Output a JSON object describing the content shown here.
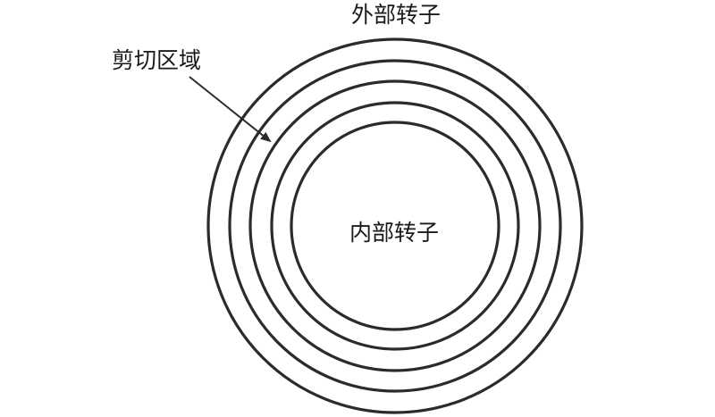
{
  "labels": {
    "outer_rotor": "外部转子",
    "inner_rotor": "内部转子",
    "shear_zone": "剪切区域"
  },
  "colors": {
    "stroke": "#2b2b2b",
    "text": "#1a1a1a",
    "background": "#ffffff"
  },
  "diagram": {
    "ring_count": 5
  }
}
